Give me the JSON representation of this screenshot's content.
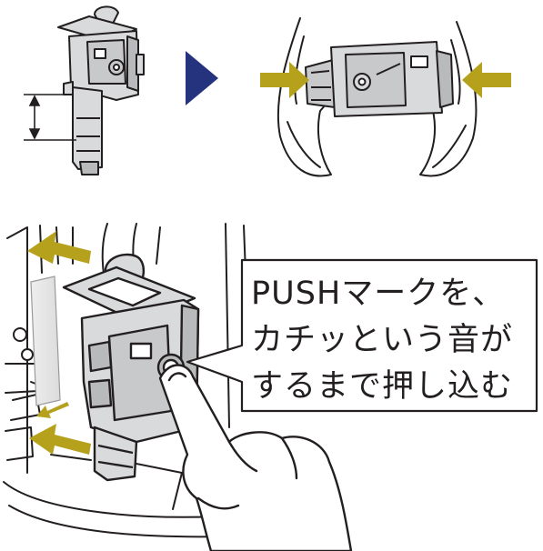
{
  "callout": {
    "lines": [
      "PUSHマークを、",
      "カチッという音が",
      "するまで押し込む"
    ]
  },
  "colors": {
    "line": "#231f20",
    "part_fill": "#d9dadb",
    "part_shade": "#b9babb",
    "arrow_olive": "#b5a11c",
    "step_arrow_navy": "#25337f"
  },
  "icons": {
    "step_arrow": "triangle-right",
    "push_arrows": "arrow-in",
    "push_mark": "circle-button"
  }
}
